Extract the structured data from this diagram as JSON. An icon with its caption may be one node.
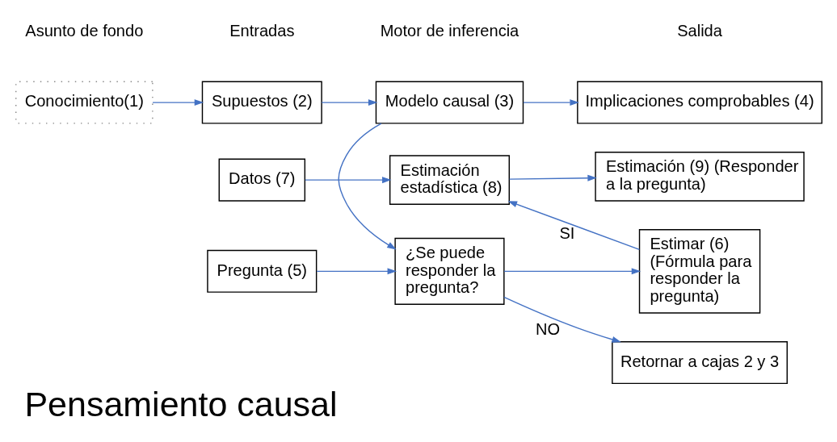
{
  "diagram": {
    "title": "Pensamiento causal",
    "nodes": [
      {
        "text": [
          "Conocimiento(1)"
        ]
      },
      {
        "text": [
          "Supuestos (2)"
        ]
      },
      {
        "text": [
          "Modelo causal (3)"
        ]
      },
      {
        "text": [
          "Implicaciones comprobables (4)"
        ]
      },
      {
        "text": [
          "Pregunta (5)"
        ]
      },
      {
        "text": [
          "¿Se puede responder la pregunta?"
        ]
      },
      {
        "text": [
          "Retornar a cajas 2 y 3"
        ]
      },
      {
        "text": [
          "Estimar (6) (Fórmula para responder la pregunta)"
        ]
      },
      {
        "text": [
          "Datos (7)"
        ]
      },
      {
        "text": [
          "Estimación estadística (8)"
        ]
      },
      {
        "text": [
          "Estimación (9) (Responder a la pregunta)"
        ]
      }
    ],
    "edges": [
      {
        "from": 0,
        "to": 1,
        "arrow": "to"
      },
      {
        "from": 1,
        "to": 2,
        "arrow": "to"
      },
      {
        "from": 2,
        "to": 3,
        "arrow": "to"
      },
      {
        "from": 2,
        "to": 5,
        "arrow": "to"
      },
      {
        "from": 4,
        "to": 5,
        "arrow": "to"
      },
      {
        "from": 5,
        "to": 6,
        "arrow": "to",
        "label": "NO"
      },
      {
        "from": 5,
        "to": 7,
        "arrow": "to"
      },
      {
        "from": 7,
        "to": 9,
        "arrow": "to",
        "label": "SI"
      },
      {
        "from": 8,
        "to": 9,
        "arrow": "to"
      },
      {
        "from": 9,
        "to": 10,
        "arrow": "to"
      }
    ],
    "labels": [
      "Asunto de fondo",
      "Entradas",
      "Motor de inferencia",
      "Salida"
    ]
  }
}
